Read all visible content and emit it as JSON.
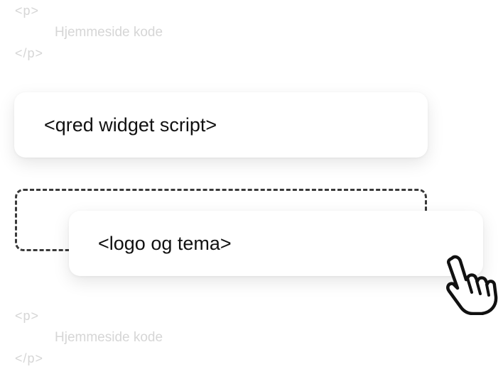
{
  "top_snippet": {
    "open_tag": "<p>",
    "text": "Hjemmeside kode",
    "close_tag": "</p>"
  },
  "widget_card": {
    "label": "<qred widget script>"
  },
  "logo_card": {
    "label": "<logo og tema>"
  },
  "bottom_snippet": {
    "open_tag": "<p>",
    "text": "Hjemmeside kode",
    "close_tag": "</p>"
  },
  "cursor": {
    "icon": "hand-pointer-icon"
  }
}
